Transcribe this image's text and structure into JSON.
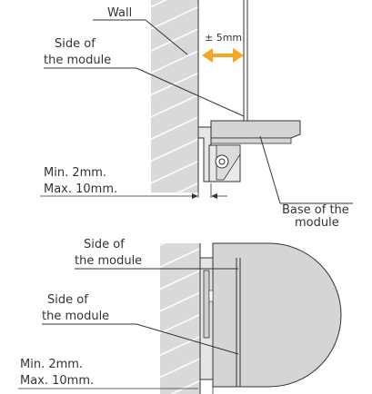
{
  "top_diagram": {
    "wall": "Wall",
    "side_module_1": "Side of",
    "side_module_2": "the module",
    "gap": "± 5mm.",
    "min_gap": "Min. 2mm.",
    "max_gap": "Max. 10mm.",
    "base_module_1": "Base of the",
    "base_module_2": "module"
  },
  "bottom_diagram": {
    "side_module_a_1": "Side of",
    "side_module_a_2": "the module",
    "side_module_b_1": "Side of",
    "side_module_b_2": "the module",
    "min_gap": "Min. 2mm.",
    "max_gap": "Max. 10mm."
  },
  "colors": {
    "wall_fill": "#d9d9d9",
    "module_fill": "#d5d5d5",
    "arrow": "#f5a623",
    "line": "#333333"
  }
}
